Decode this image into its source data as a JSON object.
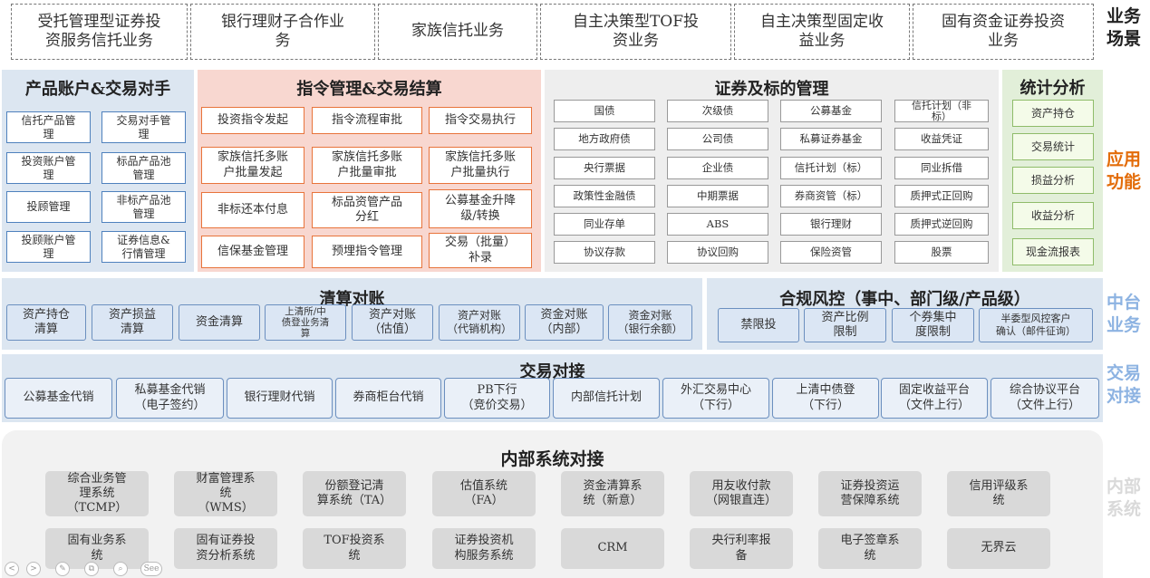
{
  "scenarios": {
    "items": [
      {
        "label": "受托管理型证券投\n资服务信托业务"
      },
      {
        "label": "银行理财子合作业\n务"
      },
      {
        "label": "家族信托业务"
      },
      {
        "label": "自主决策型TOF投\n资业务"
      },
      {
        "label": "自主决策型固定收\n益业务"
      },
      {
        "label": "固有资金证券投资\n业务"
      }
    ],
    "row_label": "业务\n场景"
  },
  "app": {
    "row_label": "应用\n功能",
    "product": {
      "title": "产品账户&交易对手",
      "items": [
        "信托产品管\n理",
        "交易对手管\n理",
        "投资账户管\n理",
        "标品产品池\n管理",
        "投顾管理",
        "非标产品池\n管理",
        "投顾账户管\n理",
        "证券信息&\n行情管理"
      ]
    },
    "order": {
      "title": "指令管理&交易结算",
      "items": [
        "投资指令发起",
        "指令流程审批",
        "指令交易执行",
        "家族信托多账\n户批量发起",
        "家族信托多账\n户批量审批",
        "家族信托多账\n户批量执行",
        "非标还本付息",
        "标品资管产品\n分红",
        "公募基金升降\n级/转换",
        "信保基金管理",
        "预埋指令管理",
        "交易（批量）\n补录"
      ]
    },
    "securities": {
      "title": "证券及标的管理",
      "items": [
        "国债",
        "次级债",
        "公募基金",
        "信托计划（非\n标）",
        "地方政府债",
        "公司债",
        "私募证券基金",
        "收益凭证",
        "央行票据",
        "企业债",
        "信托计划（标）",
        "同业拆借",
        "政策性金融债",
        "中期票据",
        "券商资管（标）",
        "质押式正回购",
        "同业存单",
        "ABS",
        "银行理财",
        "质押式逆回购",
        "协议存款",
        "协议回购",
        "保险资管",
        "股票"
      ]
    },
    "stats": {
      "title": "统计分析",
      "items": [
        "资产持仓",
        "交易统计",
        "损益分析",
        "收益分析",
        "现金流报表"
      ]
    }
  },
  "middle": {
    "row_label": "中台\n业务",
    "clearing": {
      "title": "清算对账",
      "items": [
        "资产持仓\n清算",
        "资产损益\n清算",
        "资金清算",
        "上清所/中\n债登业务清\n算",
        "资产对账\n（估值）",
        "资产对账\n（代销机构）",
        "资金对账\n（内部）",
        "资金对账\n（银行余额）"
      ]
    },
    "risk": {
      "title": "合规风控（事中、部门级/产品级）",
      "items": [
        "禁限投",
        "资产比例\n限制",
        "个券集中\n度限制",
        "半委型风控客户\n确认（邮件征询）"
      ]
    }
  },
  "trade": {
    "row_label": "交易\n对接",
    "title": "交易对接",
    "items": [
      "公募基金代销",
      "私募基金代销\n（电子签约）",
      "银行理财代销",
      "券商柜台代销",
      "PB下行\n（竞价交易）",
      "内部信托计划",
      "外汇交易中心\n（下行）",
      "上清中债登\n（下行）",
      "固定收益平台\n（文件上行）",
      "综合协议平台\n（文件上行）"
    ]
  },
  "internal": {
    "row_label": "内部\n系统",
    "title": "内部系统对接",
    "items": [
      "综合业务管\n理系统\n（TCMP）",
      "财富管理系\n统\n（WMS）",
      "份额登记清\n算系统（TA）",
      "估值系统\n（FA）",
      "资金清算系\n统（新意）",
      "用友收付款\n（网银直连）",
      "证券投资运\n营保障系统",
      "信用评级系\n统",
      "固有业务系\n统",
      "固有证券投\n资分析系统",
      "TOF投资系\n统",
      "证券投资机\n构服务系统",
      "CRM",
      "央行利率报\n备",
      "电子签章系\n统",
      "无界云"
    ]
  },
  "controls": {
    "items": [
      "<",
      ">",
      "✎",
      "⧉",
      "⌕",
      "See"
    ]
  },
  "colors": {
    "blue": "#4f81bd",
    "orange": "#e8743b",
    "label_blue": "#8db3e2",
    "label_orange": "#e36c09"
  }
}
